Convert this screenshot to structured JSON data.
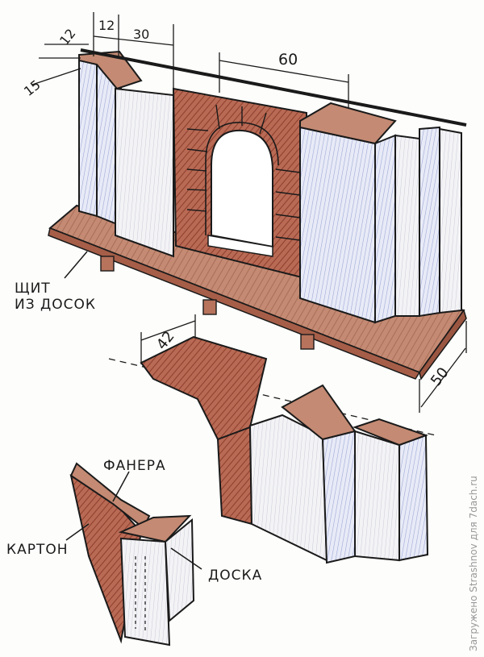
{
  "dimensions": {
    "d12_left": "12",
    "d12_mid": "12",
    "d30": "30",
    "d60": "60",
    "d15": "15",
    "d42": "42",
    "d50": "50"
  },
  "labels": {
    "board_shield": "ЩИТ\nИЗ ДОСОК",
    "plywood": "ФАНЕРА",
    "cardboard": "КАРТОН",
    "plank": "ДОСКА"
  },
  "watermark": "Загружено Strashnov для 7dach.ru",
  "colors": {
    "brick": "#a9523e",
    "wood": "#b7735c",
    "panel_blue": "#9aa6d8",
    "ink": "#1a1a1a"
  }
}
